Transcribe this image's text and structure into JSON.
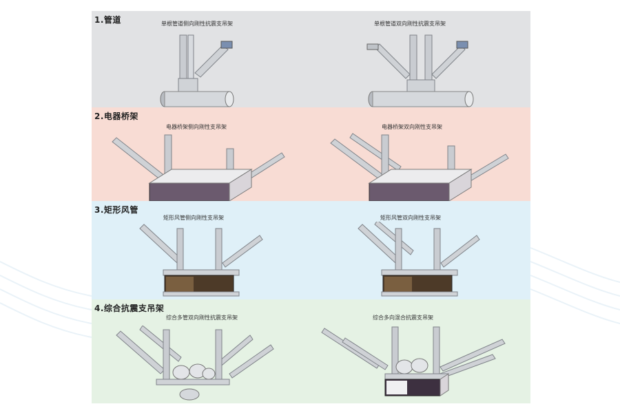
{
  "sections": [
    {
      "title": "1.管道",
      "left_caption": "单根管道侧向刚性抗震支吊架",
      "right_caption": "单根管道双向刚性抗震支吊架"
    },
    {
      "title": "2.电器桥架",
      "left_caption": "电器桥架侧向刚性支吊架",
      "right_caption": "电器桥架双向刚性支吊架"
    },
    {
      "title": "3.矩形风管",
      "left_caption": "矩形风管侧向刚性支吊架",
      "right_caption": "矩形风管双向刚性支吊架"
    },
    {
      "title": "4.综合抗震支吊架",
      "left_caption": "综合多管双向刚性抗震支吊架",
      "right_caption": "综合多向混合抗震支吊架"
    }
  ],
  "colors": {
    "section1_bg": "#e1e2e4",
    "section2_bg": "#f8dcd4",
    "section3_bg": "#dff0f8",
    "section4_bg": "#e5f2e4",
    "metal": "#c9ccd1",
    "duct_wood": "#5a4632",
    "tray_purple": "#6b5a6e"
  }
}
